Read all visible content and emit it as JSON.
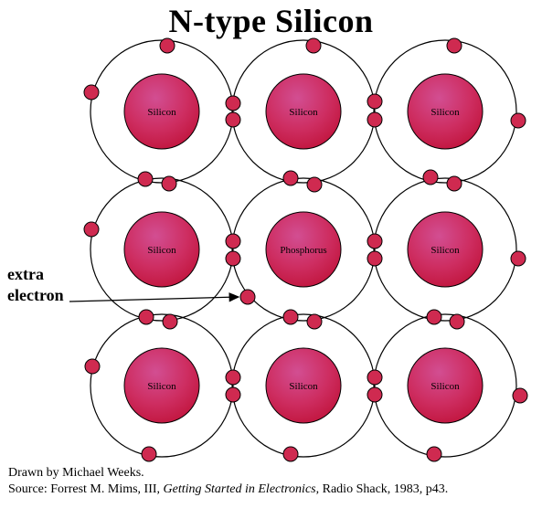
{
  "title": "N-type Silicon",
  "annotation": {
    "line1": "extra",
    "line2": "electron"
  },
  "credit": {
    "line1": "Drawn by Michael Weeks.",
    "line2_prefix": "Source: Forrest M. Mims, III, ",
    "line2_italic": "Getting Started in Electronics",
    "line2_suffix": ", Radio Shack, 1983, p43."
  },
  "atoms": [
    [
      "Silicon",
      "Silicon",
      "Silicon"
    ],
    [
      "Silicon",
      "Phosphorus",
      "Silicon"
    ],
    [
      "Silicon",
      "Silicon",
      "Silicon"
    ]
  ],
  "colors": {
    "nucleus_center": "#d9567e",
    "nucleus_edge": "#c4123c",
    "electron": "#cf2a50",
    "orbit": "#000000"
  }
}
